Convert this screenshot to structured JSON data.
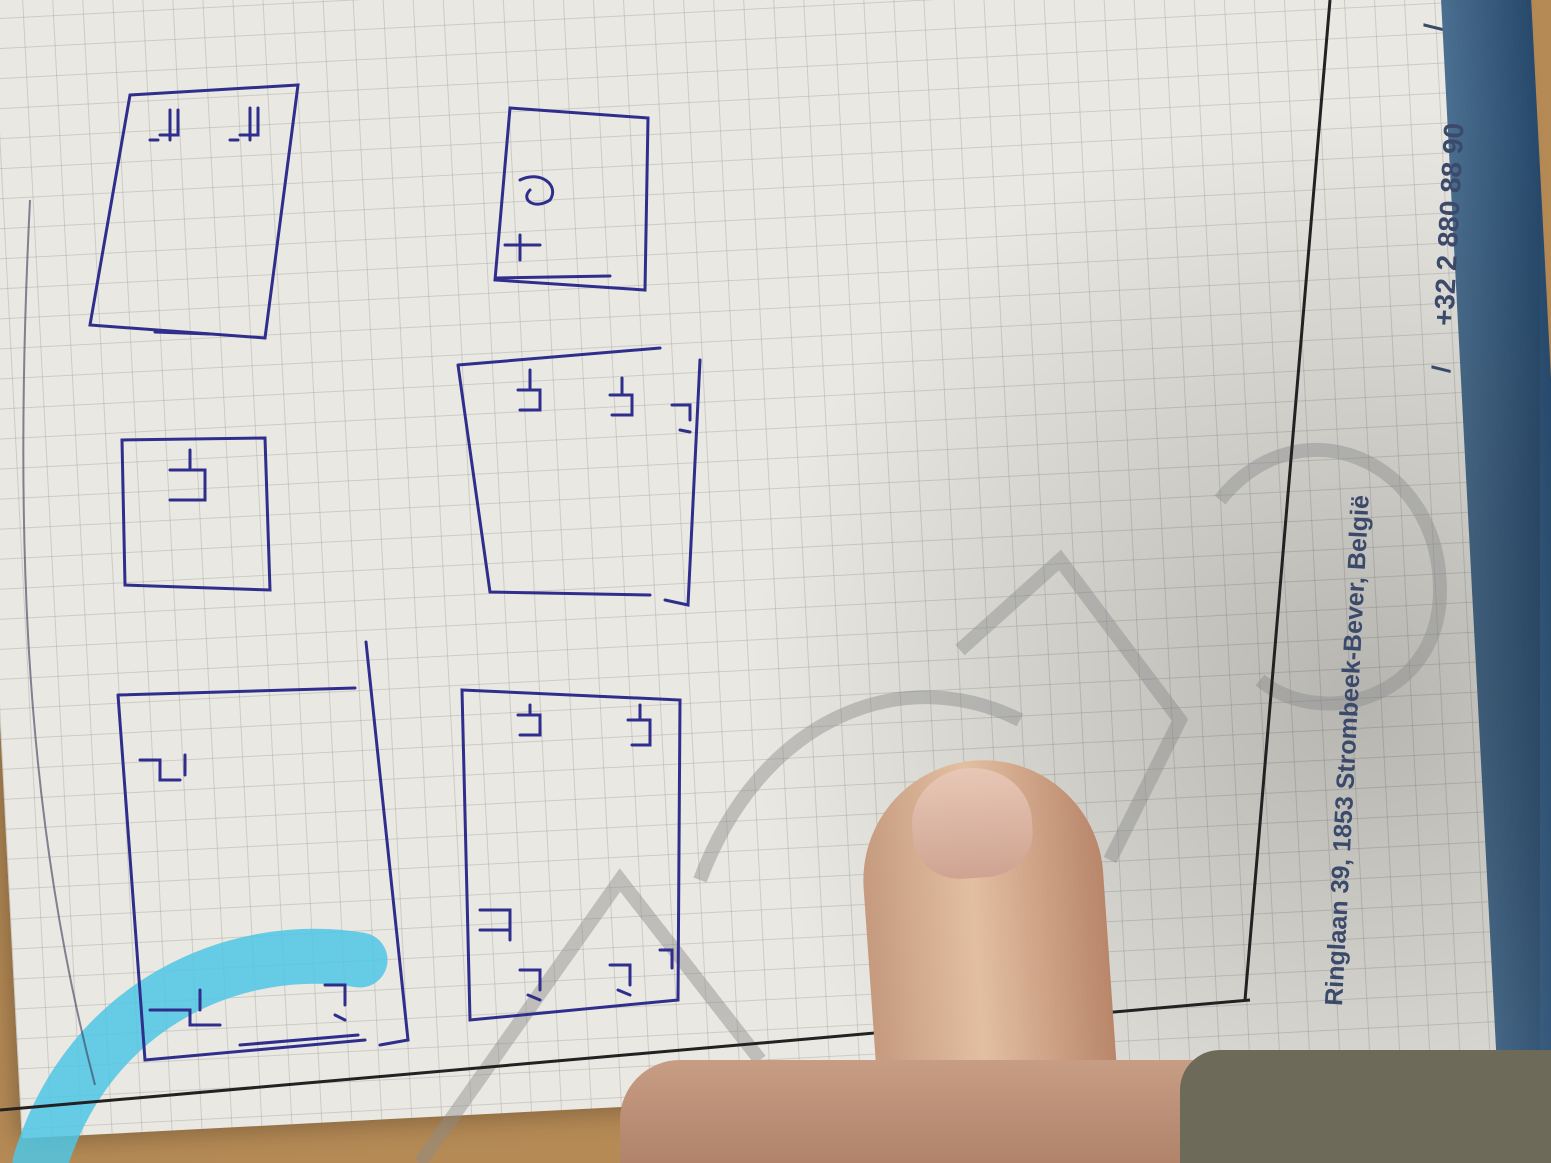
{
  "photo": {
    "subject": "Hand-drawn floor-plan sketches on grid paper",
    "footer": {
      "address": "Ringlaan 39, 1853 Strombeek-Bever, België",
      "separator": "/",
      "phone": "+32 2 880 88 90"
    }
  },
  "colors": {
    "ink": "#2f2e8c",
    "paper": "#e9e8e2",
    "footer_text": "#3b4a6b",
    "brand_band": "#27496b",
    "watermark_cyan": "#4fc6e4"
  }
}
